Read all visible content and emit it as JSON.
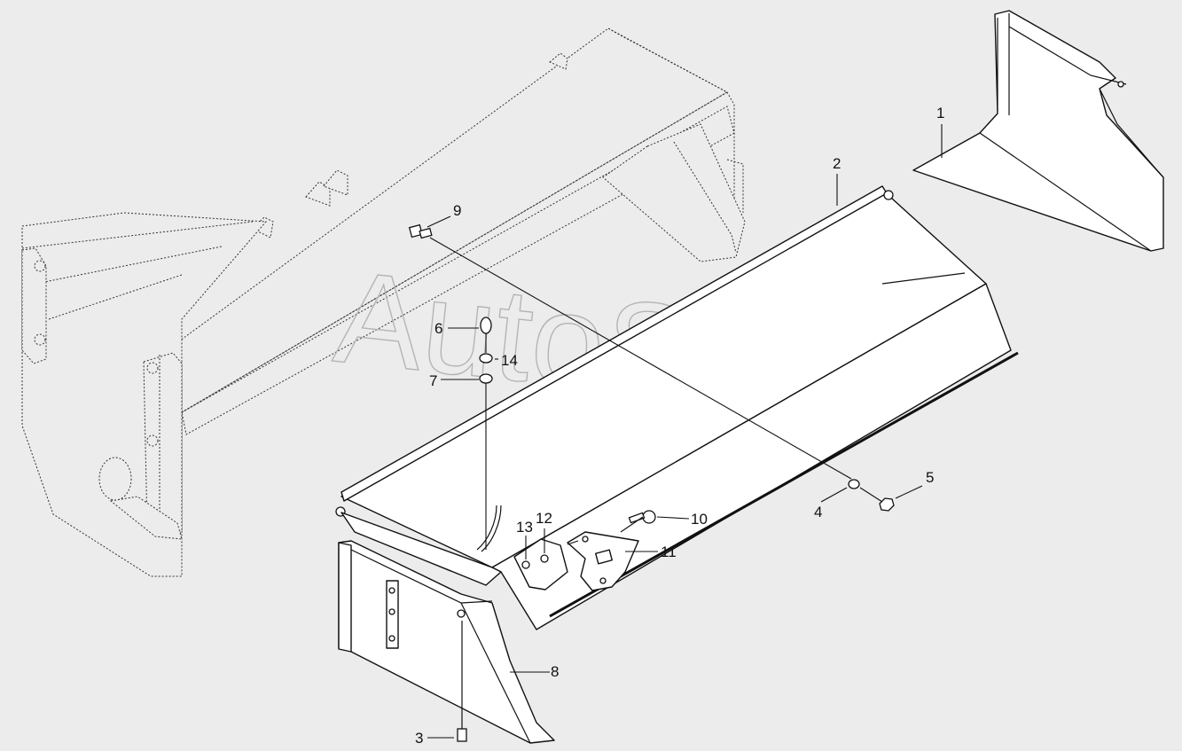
{
  "watermark": "AutoSoft",
  "callouts": [
    {
      "id": "c1",
      "label": "1"
    },
    {
      "id": "c2",
      "label": "2"
    },
    {
      "id": "c3",
      "label": "3"
    },
    {
      "id": "c4",
      "label": "4"
    },
    {
      "id": "c5",
      "label": "5"
    },
    {
      "id": "c6",
      "label": "6"
    },
    {
      "id": "c7",
      "label": "7"
    },
    {
      "id": "c8",
      "label": "8"
    },
    {
      "id": "c9",
      "label": "9"
    },
    {
      "id": "c10",
      "label": "10"
    },
    {
      "id": "c11",
      "label": "11"
    },
    {
      "id": "c12",
      "label": "12"
    },
    {
      "id": "c13",
      "label": "13"
    },
    {
      "id": "c14",
      "label": "14"
    }
  ]
}
